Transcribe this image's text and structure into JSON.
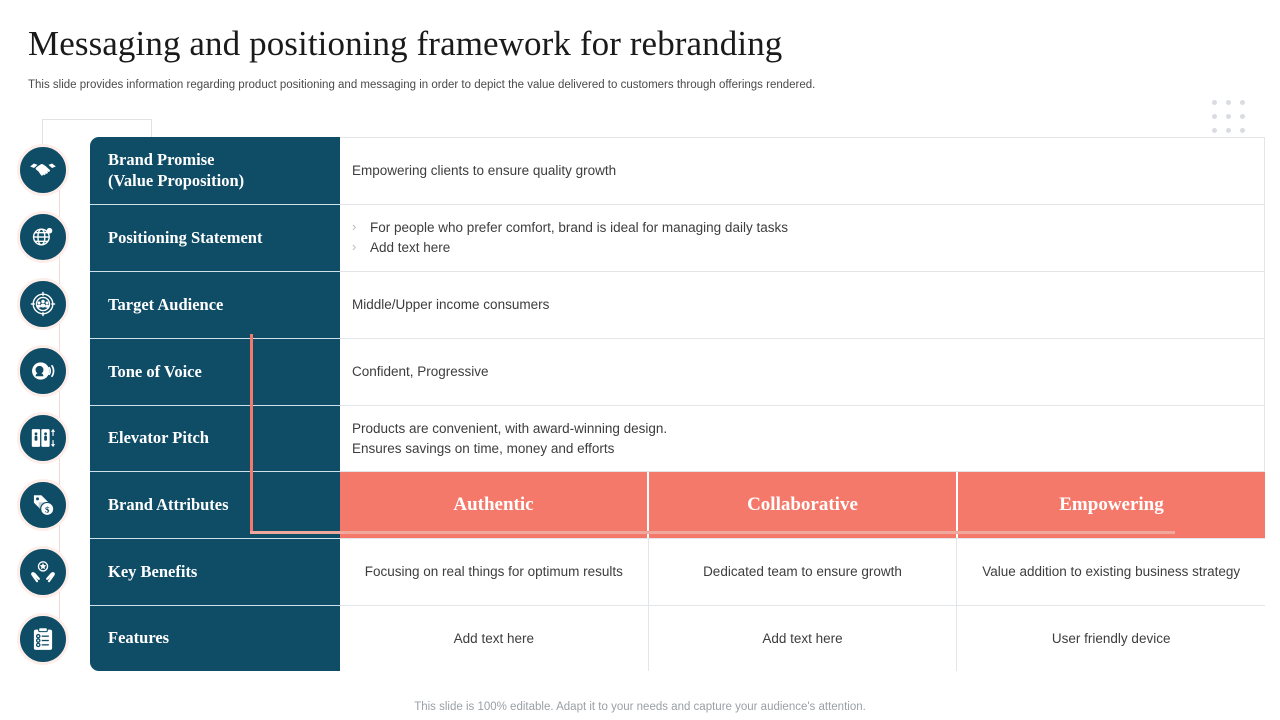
{
  "header": {
    "title": "Messaging and positioning framework for rebranding",
    "subtitle": "This slide provides information regarding product positioning and messaging in order to depict the value delivered to customers through offerings rendered."
  },
  "colors": {
    "brand_dark": "#0f4c66",
    "accent_orange": "#f4796a",
    "border_grey": "#e3e6e9",
    "dot_grey": "#d9dde1"
  },
  "rows": [
    {
      "label": "Brand Promise\n(Value Proposition)",
      "label_line1": "Brand Promise",
      "label_line2": "(Value Proposition)",
      "icon": "handshake-icon",
      "type": "text",
      "text": "Empowering clients to ensure quality growth"
    },
    {
      "label": "Positioning Statement",
      "icon": "globe-icon",
      "type": "bullets",
      "bullets": [
        "For people who prefer comfort, brand is ideal for managing daily tasks",
        "Add text here"
      ],
      "bullet_glyph": "›"
    },
    {
      "label": "Target Audience",
      "icon": "target-audience-icon",
      "type": "text",
      "text": "Middle/Upper income consumers"
    },
    {
      "label": "Tone of Voice",
      "icon": "speaker-voice-icon",
      "type": "text",
      "text": "Confident,  Progressive"
    },
    {
      "label": "Elevator Pitch",
      "icon": "elevator-icon",
      "type": "multiline",
      "line1": "Products are convenient, with award-winning design.",
      "line2": "Ensures savings on time, money and efforts"
    },
    {
      "label": "Brand Attributes",
      "icon": "price-tag-dollar-icon",
      "type": "attributes",
      "columns": [
        "Authentic",
        "Collaborative",
        "Empowering"
      ]
    },
    {
      "label": "Key Benefits",
      "icon": "hands-star-icon",
      "type": "split",
      "cells": [
        "Focusing on real things for optimum results",
        "Dedicated team to ensure growth",
        "Value addition to existing business strategy"
      ]
    },
    {
      "label": "Features",
      "icon": "clipboard-checklist-icon",
      "type": "split",
      "cells": [
        "Add text here",
        "Add text here",
        "User friendly device"
      ]
    }
  ],
  "footer": {
    "note": "This slide is 100% editable. Adapt it to your needs and capture your audience's attention."
  }
}
